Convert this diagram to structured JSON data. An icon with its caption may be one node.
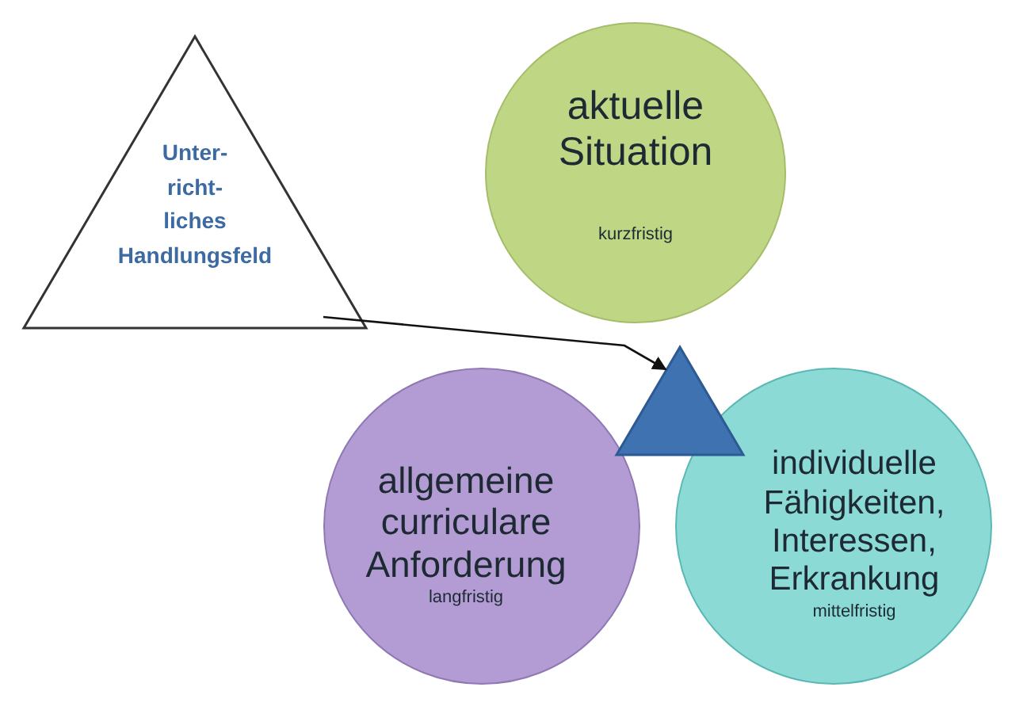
{
  "diagram": {
    "nodes": [
      {
        "text": [
          "Unter- richt- liches Handlungsfeld"
        ]
      },
      {
        "text": [
          "aktuelle Situation",
          "kurzfristig"
        ]
      },
      {
        "text": [
          "allgemeine curriculare Anforderung",
          "langfristig"
        ]
      },
      {
        "text": [
          "individuelle Fähigkeiten, Interessen, Erkrankung",
          "mittelfristig"
        ]
      },
      {
        "text": [],
        "shape": "triangle"
      }
    ],
    "edges": [
      {
        "from": 0,
        "to": 4,
        "arrow": "to"
      }
    ]
  }
}
